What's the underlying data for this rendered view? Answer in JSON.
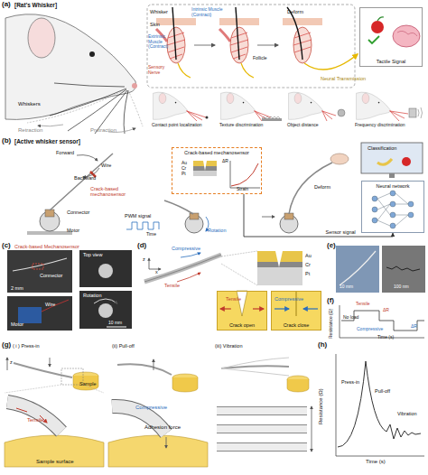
{
  "diagram": {
    "nodes": [
      {
        "text": [
          "Tactile Signal"
        ]
      },
      {
        "text": [
          "Crack-based mechanosensor"
        ]
      },
      {
        "text": [
          "Neural network"
        ]
      },
      {
        "text": [
          "Crack open"
        ]
      },
      {
        "text": [
          "Crack close"
        ]
      }
    ],
    "edges": [
      {
        "from": 1,
        "to": 2,
        "arrow": "to",
        "label": "Sensor signal"
      }
    ],
    "labels": [
      "(a)",
      "[Rat's Whisker]",
      "Whisker",
      "Skin",
      "Extrinsic Muscle (Contract)",
      "Sensory Nerve",
      "Intrinsic Muscle (Contract)",
      "Follicle",
      "Deform",
      "Neural Transmission",
      "Whiskers",
      "Retraction",
      "Protraction",
      "Contact point localization",
      "Texture discrimination",
      "Object distance",
      "Frequency discrimination",
      "(b)",
      "[Active whisker sensor]",
      "Forward",
      "Backward",
      "Wire",
      "Crack-based mechanosensor",
      "Connector",
      "Motor",
      "Au",
      "Cr",
      "Pt",
      "ΔR",
      "Strain",
      "PWM signal",
      "Time",
      "Rotation",
      "Deform",
      "Classification",
      "(c)",
      "Crack-based Mechanosensor",
      "Connector",
      "2 mm",
      "Motor",
      "Wire",
      "Top view",
      "Rotation",
      "10 mm",
      "(d)",
      "Compressive",
      "Tensile",
      "z",
      "x",
      "Au",
      "Cr",
      "Pt",
      "Tensile",
      "Compressive",
      "(e)",
      "10 mm",
      "100 nm",
      "(f)",
      "Resistance (Ω)",
      "Time (s)",
      "Tensile",
      "ΔR",
      "No load",
      "Compressive",
      "ΔR",
      "(g)",
      "( i ) Press-in",
      "(ii) Pull-off",
      "(iii) Vibration",
      "z",
      "Sample",
      "Tensile",
      "Compressive",
      "Adhesion force",
      "Sample surface",
      "(h)",
      "Resistance (Ω)",
      "Time (s)",
      "Press-in",
      "Pull-off",
      "Vibration"
    ]
  }
}
